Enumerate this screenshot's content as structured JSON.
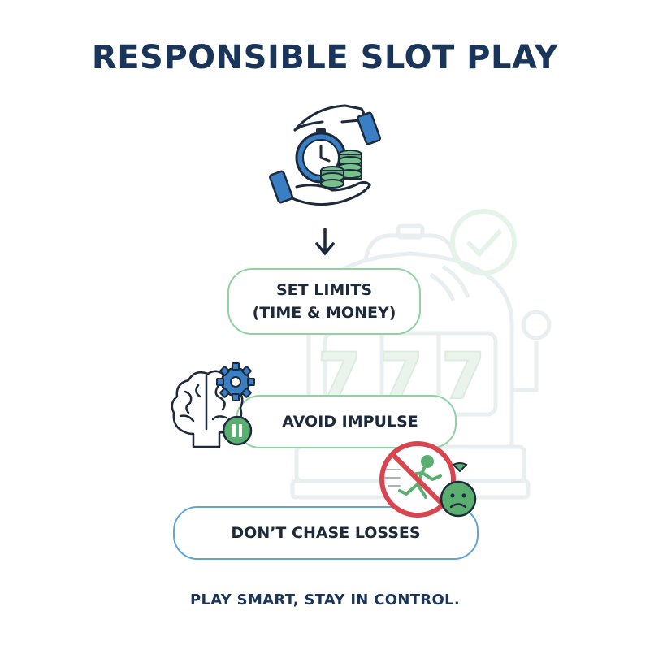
{
  "title": "RESPONSIBLE SLOT PLAY",
  "steps": [
    {
      "line1": "SET LIMITS",
      "line2": "(TIME & MONEY)"
    },
    {
      "label": "AVOID IMPULSE"
    },
    {
      "label": "DON’T CHASE LOSSES"
    }
  ],
  "background_reel_text": "777",
  "footer": "PLAY SMART, STAY IN CONTROL.",
  "icons": [
    "hands-clock-coins-icon",
    "down-arrow-icon",
    "brain-gear-pause-icon",
    "no-chase-icon",
    "slot-machine-icon",
    "checkmark-icon"
  ],
  "colors": {
    "title": "#19355a",
    "green_accent": "#8fd3a2",
    "blue_accent": "#5fa6d3",
    "icon_blue": "#3a7fc4",
    "icon_green": "#4f9e67",
    "prohibit_red": "#d9454f"
  }
}
